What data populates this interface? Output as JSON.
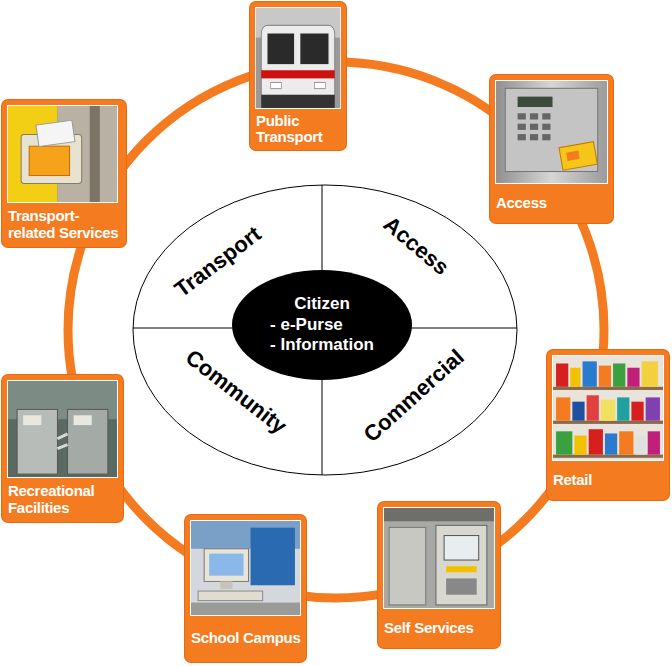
{
  "diagram": {
    "nodes": [
      {
        "text": [
          "Public Transport"
        ]
      },
      {
        "text": [
          "Transport-related Services"
        ]
      },
      {
        "text": [
          "Access"
        ]
      },
      {
        "text": [
          "Citizen",
          "- e-Purse",
          "- Information"
        ]
      },
      {
        "text": [
          "Retail"
        ]
      },
      {
        "text": [
          "Recreational Facilities"
        ]
      },
      {
        "text": [
          "Self Services"
        ]
      },
      {
        "text": [
          "School Campus"
        ]
      }
    ],
    "labels": [
      "Transport",
      "Access",
      "Community",
      "Commercial"
    ]
  }
}
